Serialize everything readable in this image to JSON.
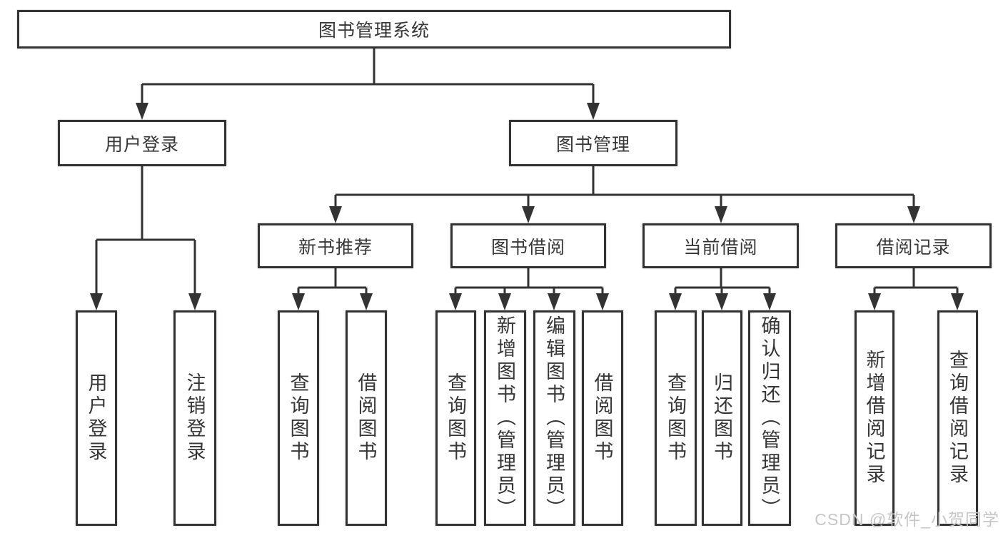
{
  "colors": {
    "line": "#333333",
    "box_border": "#333333",
    "text": "#363636",
    "background": "#ffffff",
    "watermark": "#c6c6c6"
  },
  "diagram": {
    "root": {
      "label": "图书管理系统"
    },
    "level2": [
      {
        "label": "用户登录"
      },
      {
        "label": "图书管理"
      }
    ],
    "level3": [
      {
        "label": "新书推荐",
        "parent": "图书管理"
      },
      {
        "label": "图书借阅",
        "parent": "图书管理"
      },
      {
        "label": "当前借阅",
        "parent": "图书管理"
      },
      {
        "label": "借阅记录",
        "parent": "图书管理"
      }
    ],
    "leaf_groups": [
      {
        "parent": "用户登录",
        "items": [
          "用户登录",
          "注销登录"
        ]
      },
      {
        "parent": "新书推荐",
        "items": [
          "查询图书",
          "借阅图书"
        ]
      },
      {
        "parent": "图书借阅",
        "items": [
          "查询图书",
          "新增图书（管理员）",
          "编辑图书（管理员）",
          "借阅图书"
        ]
      },
      {
        "parent": "当前借阅",
        "items": [
          "查询图书",
          "归还图书",
          "确认归还（管理员）"
        ]
      },
      {
        "parent": "借阅记录",
        "items": [
          "新增借阅记录",
          "查询借阅记录"
        ]
      }
    ]
  },
  "watermark": {
    "text": "CSDN @软件_小贺同学"
  }
}
